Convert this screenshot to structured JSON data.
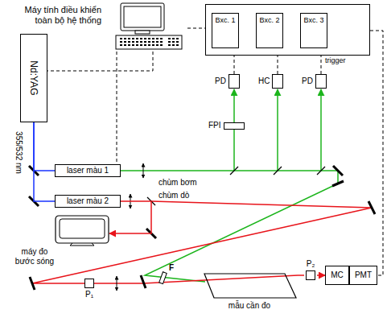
{
  "diagram": {
    "nodes": [
      {
        "text": [
          "Máy tính điều khiển toàn bộ hệ thống"
        ]
      },
      {
        "text": []
      },
      {
        "text": [
          "Bxc. 1"
        ],
        "in": 1
      },
      {
        "text": [
          "Bxc. 2"
        ],
        "in": 1
      },
      {
        "text": [
          "Bxc. 3"
        ],
        "in": 1
      },
      {
        "text": [
          "PD"
        ]
      },
      {
        "text": [
          "HC"
        ]
      },
      {
        "text": [
          "PD"
        ]
      },
      {
        "text": [
          "FPI"
        ]
      },
      {
        "text": [
          "Nd:YAG"
        ]
      },
      {
        "text": [
          "laser màu 1"
        ]
      },
      {
        "text": [
          "laser màu 2"
        ]
      },
      {
        "text": [
          "máy đo bước sóng"
        ]
      },
      {
        "text": [
          "P₁"
        ]
      },
      {
        "text": [
          "mẫu cần đo"
        ]
      },
      {
        "text": [
          "P₂"
        ]
      },
      {
        "text": [
          "MC"
        ]
      },
      {
        "text": [
          "PMT"
        ]
      }
    ],
    "edges": [
      {
        "from": 0,
        "to": 1,
        "arrow": "none"
      },
      {
        "from": 0,
        "to": 9,
        "arrow": "none"
      },
      {
        "from": 0,
        "to": 10,
        "arrow": "none"
      },
      {
        "from": 1,
        "to": 17,
        "arrow": "none"
      },
      {
        "from": 2,
        "to": 5,
        "arrow": "none"
      },
      {
        "from": 3,
        "to": 6,
        "arrow": "none"
      },
      {
        "from": 4,
        "to": 7,
        "label": "trigger",
        "arrow": "none"
      },
      {
        "from": 9,
        "to": 10,
        "arrow": "none"
      },
      {
        "from": 9,
        "to": 11,
        "arrow": "none"
      },
      {
        "from": 11,
        "to": 12,
        "arrow": "to"
      },
      {
        "from": 14,
        "to": 15,
        "arrow": "none"
      },
      {
        "from": 15,
        "to": 16,
        "arrow": "to"
      }
    ],
    "labels": [
      "355/532 nm",
      "chùm bơm",
      "chùm dò",
      "F"
    ]
  }
}
